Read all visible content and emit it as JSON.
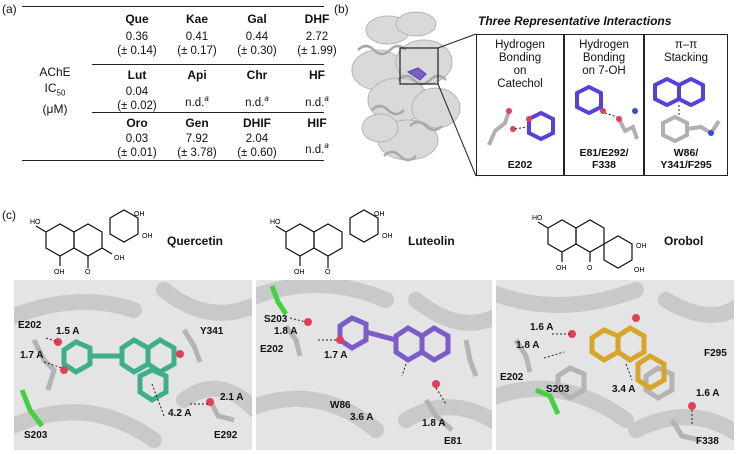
{
  "panel_labels": {
    "a": "(a)",
    "b": "(b)",
    "c": "(c)"
  },
  "table": {
    "row_label_lines": [
      "AChE",
      "IC",
      "50",
      "(μM)"
    ],
    "groups": [
      {
        "headers": [
          "Que",
          "Kae",
          "Gal",
          "DHF"
        ],
        "values": [
          [
            "0.36",
            "(± 0.14)"
          ],
          [
            "0.41",
            "(± 0.17)"
          ],
          [
            "0.44",
            "(± 0.30)"
          ],
          [
            "2.72",
            "(± 1.99)"
          ]
        ]
      },
      {
        "headers": [
          "Lut",
          "Api",
          "Chr",
          "HF"
        ],
        "values": [
          [
            "0.04",
            "(± 0.02)"
          ],
          [
            "n.d.",
            "a"
          ],
          [
            "n.d.",
            "a"
          ],
          [
            "n.d.",
            "a"
          ]
        ]
      },
      {
        "headers": [
          "Oro",
          "Gen",
          "DHIF",
          "HIF"
        ],
        "values": [
          [
            "0.03",
            "(± 0.01)"
          ],
          [
            "7.92",
            "(± 3.78)"
          ],
          [
            "2.04",
            "(± 0.60)"
          ],
          [
            "n.d.",
            "a"
          ]
        ]
      }
    ]
  },
  "panel_b": {
    "title": "Three Representative Interactions",
    "boxes": [
      {
        "title_lines": [
          "Hydrogen",
          "Bonding",
          "on",
          "Catechol"
        ],
        "residues": [
          "E202"
        ]
      },
      {
        "title_lines": [
          "Hydrogen",
          "Bonding",
          "on 7-OH"
        ],
        "residues": [
          "E81/E292/",
          "F338"
        ]
      },
      {
        "title_lines": [
          "π–π",
          "Stacking"
        ],
        "residues": [
          "W86/",
          "Y341/F295"
        ]
      }
    ]
  },
  "panel_c": {
    "molecules": [
      "Quercetin",
      "Luteolin",
      "Orobol"
    ],
    "images": [
      {
        "labels": [
          "E202",
          "1.5 A",
          "1.7 A",
          "Y341",
          "2.1 A",
          "4.2 A",
          "S203",
          "E292"
        ]
      },
      {
        "labels": [
          "S203",
          "1.8 A",
          "E202",
          "1.7 A",
          "W86",
          "3.6 A",
          "1.8 A",
          "E81"
        ]
      },
      {
        "labels": [
          "1.6 A",
          "1.8 A",
          "E202",
          "F295",
          "3.4 A",
          "S203",
          "1.6 A",
          "F338"
        ]
      }
    ],
    "colors": {
      "quercetin": "#3fae8c",
      "luteolin": "#7b5cc8",
      "orobol": "#d6a62c",
      "oxygen": "#e0405a",
      "nitrogen": "#3050d0",
      "carbon_residue": "#bdbdbd",
      "serine": "#44d040"
    }
  }
}
